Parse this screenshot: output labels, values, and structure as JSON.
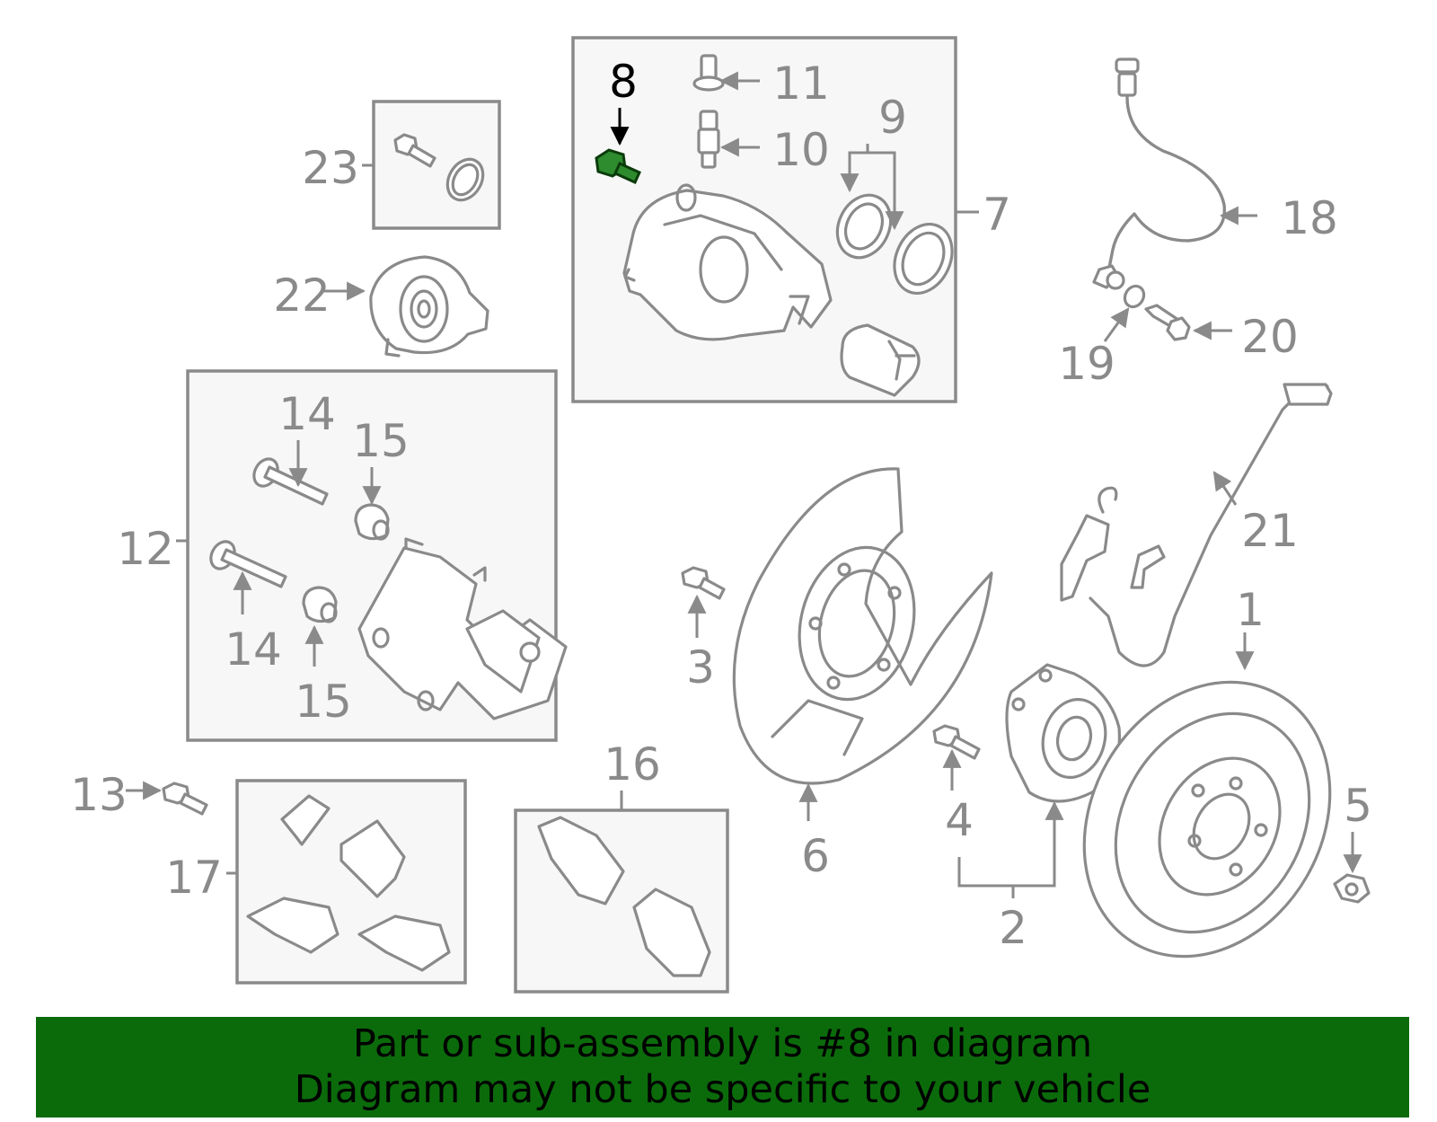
{
  "callouts": {
    "c1": "1",
    "c2": "2",
    "c3": "3",
    "c4": "4",
    "c5": "5",
    "c6": "6",
    "c7": "7",
    "c8": "8",
    "c9": "9",
    "c10": "10",
    "c11": "11",
    "c12": "12",
    "c13": "13",
    "c14a": "14",
    "c14b": "14",
    "c15a": "15",
    "c15b": "15",
    "c16": "16",
    "c17": "17",
    "c18": "18",
    "c19": "19",
    "c20": "20",
    "c21": "21",
    "c22": "22",
    "c23": "23"
  },
  "highlight": {
    "part_number": "8",
    "color": "#0b6b0b"
  },
  "banner": {
    "line1": "Part or sub-assembly is #8 in diagram",
    "line2": "Diagram may not be specific to your vehicle",
    "background": "#0b6b0b"
  },
  "colors": {
    "line_art": "#8a8a8a",
    "box_fill": "#f7f7f7",
    "highlight_label": "#000000"
  }
}
